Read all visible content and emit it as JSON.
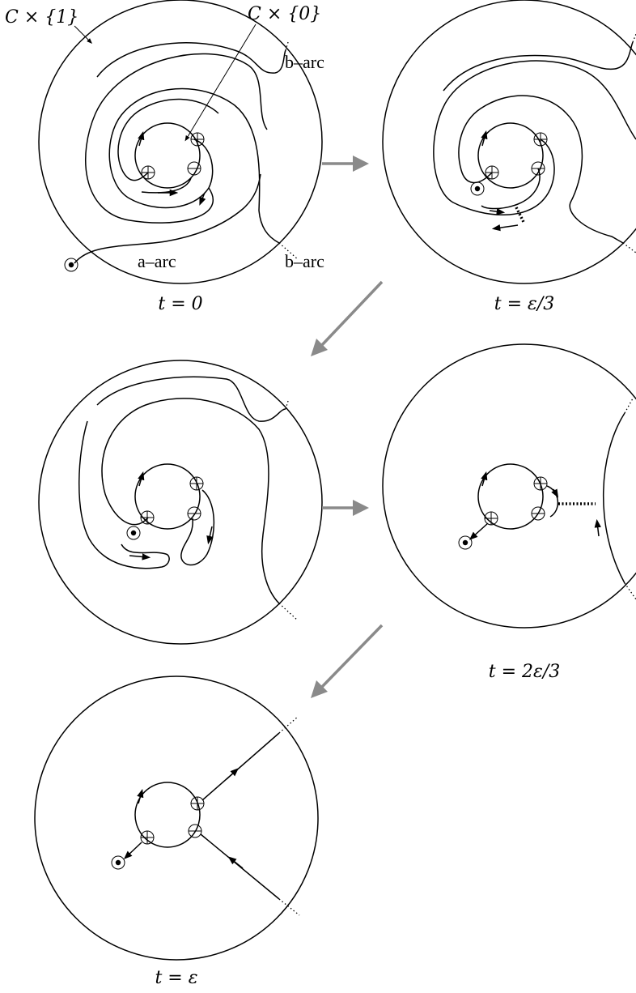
{
  "labels": {
    "c1": "C × {1}",
    "c0": "C × {0}",
    "b_arc_top": "b–arc",
    "b_arc_bottom": "b–arc",
    "a_arc": "a–arc"
  },
  "captions": {
    "p1": "t = 0",
    "p2": "t = ε/3",
    "p4": "t = 2ε/3",
    "p5": "t = ε"
  },
  "colors": {
    "line": "#000000",
    "transition_arrow": "#8a8a8a"
  }
}
